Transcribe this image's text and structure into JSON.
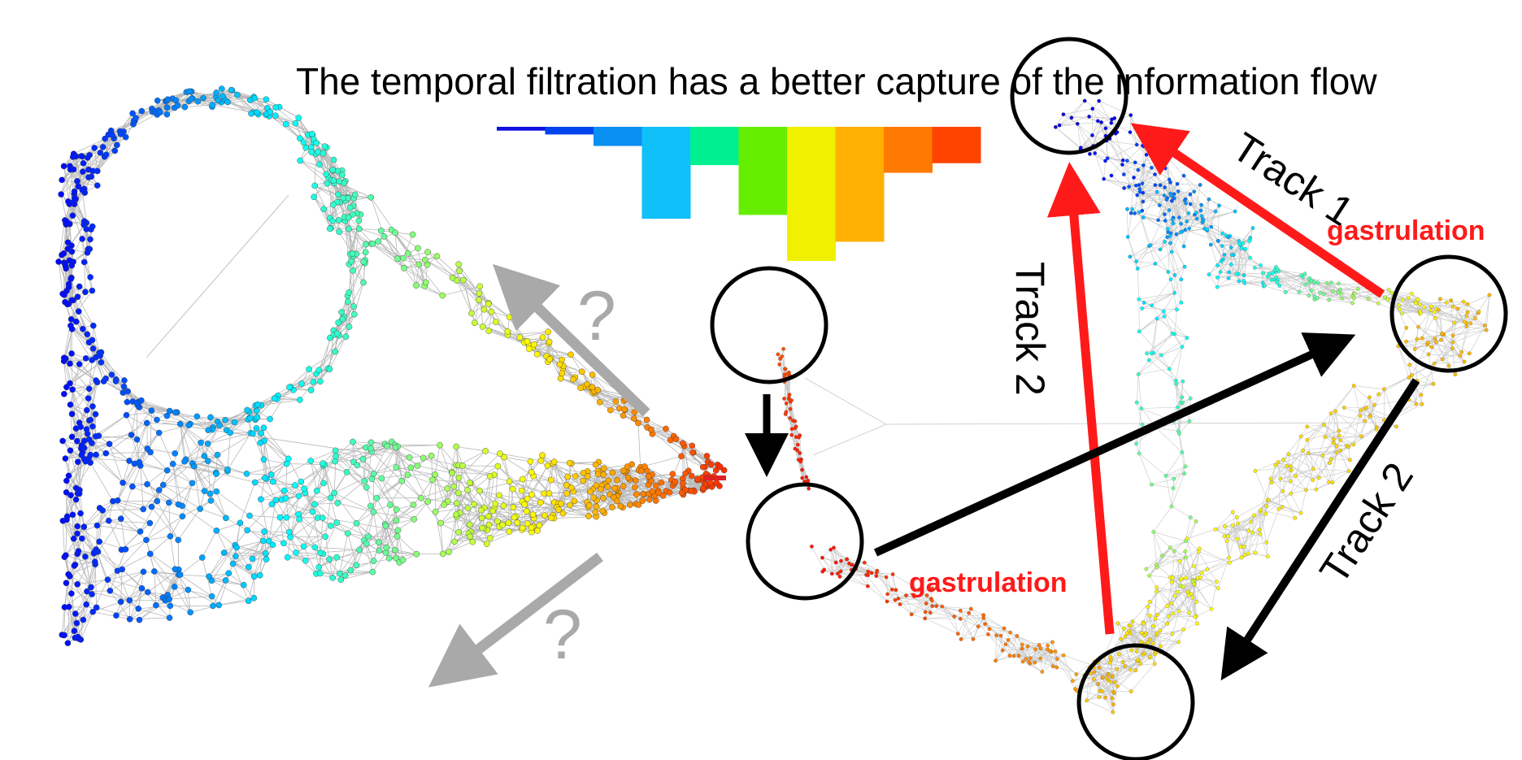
{
  "title": "The temporal filtration has a better capture of the information flow",
  "question_marks": [
    "?",
    "?"
  ],
  "track_labels": {
    "track1": "Track 1",
    "track2_vertical": "Track 2",
    "track2_diagonal": "Track 2"
  },
  "gastrulation_labels": [
    "gastrulation",
    "gastrulation"
  ],
  "colors": {
    "accent_red": "#ff1a1a",
    "arrow_black": "#000000",
    "arrow_gray": "#a9a9a9",
    "edge_gray": "#bbbbbb"
  },
  "histogram_bins": [
    {
      "color": "#1010e0",
      "value": 0.02
    },
    {
      "color": "#0044f0",
      "value": 0.04
    },
    {
      "color": "#0a8ff2",
      "value": 0.1
    },
    {
      "color": "#10c0f8",
      "value": 0.48
    },
    {
      "color": "#00f090",
      "value": 0.2
    },
    {
      "color": "#66ee00",
      "value": 0.46
    },
    {
      "color": "#f0f000",
      "value": 0.7
    },
    {
      "color": "#ffb000",
      "value": 0.6
    },
    {
      "color": "#ff7a00",
      "value": 0.24
    },
    {
      "color": "#ff4400",
      "value": 0.19
    }
  ]
}
